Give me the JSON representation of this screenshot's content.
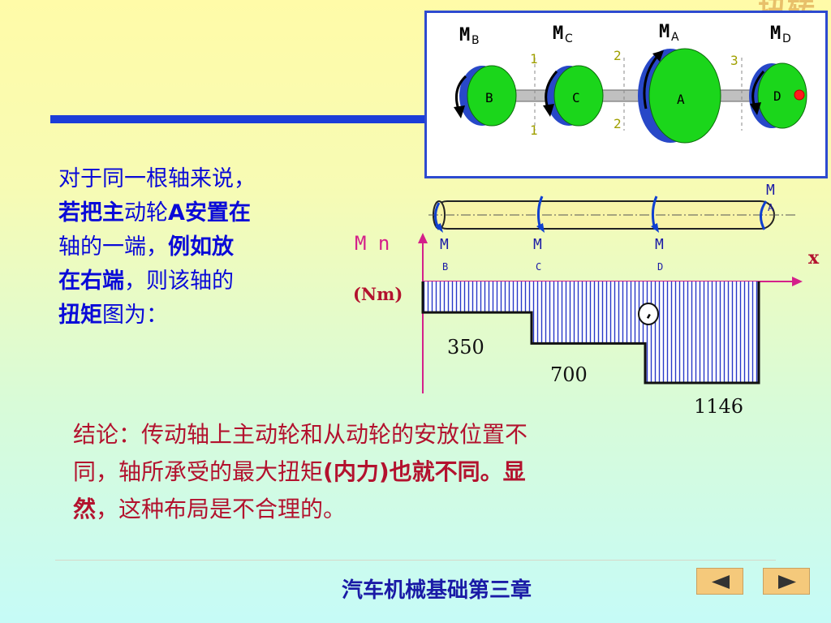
{
  "corner_title": "扭转",
  "figure": {
    "labels": {
      "mb_main": "M",
      "mb_sub": "B",
      "mc_main": "M",
      "mc_sub": "C",
      "ma_main": "M",
      "ma_sub": "A",
      "md_main": "M",
      "md_sub": "D",
      "wheel_b": "B",
      "wheel_c": "C",
      "wheel_a": "A",
      "wheel_d": "D",
      "sec1_top": "1",
      "sec1_bottom": "1",
      "sec2_top": "2",
      "sec2_bottom": "2",
      "sec3_top": "3"
    },
    "colors": {
      "wheel_front": "#1bd61b",
      "wheel_back": "#2848c8",
      "shaft": "#c0c0c0",
      "dot": "#ff1a1a"
    }
  },
  "intro": {
    "line1": "对于同一根轴来说，",
    "line2_bold": "若把主",
    "line2_rest": "动轮",
    "line2_bold2": "A安置在",
    "line3": "轴的一端，",
    "line3_bold": "例如放",
    "line4_bold": "在右端",
    "line4_rest": "，则该轴的",
    "line5_bold": "扭矩",
    "line5_rest": "图为："
  },
  "diagram": {
    "shaft_labels": {
      "ma_main": "M",
      "ma_sub": "A",
      "mb_main": "M",
      "mb_sub": "B",
      "mc_main": "M",
      "mc_sub": "C",
      "md_main": "M",
      "md_sub": "D"
    },
    "y_axis_label": "M n",
    "y_unit": "(Nm)",
    "x_axis_label": "x",
    "sign_symbol": "-",
    "value_labels": [
      "350",
      "700",
      "1146"
    ],
    "colors": {
      "hatch": "#2838c8",
      "axis": "#d4208a",
      "arrow": "#1040d0"
    }
  },
  "chart_data": {
    "type": "area",
    "title": "",
    "xlabel": "x",
    "ylabel": "M n (Nm)",
    "segments": [
      {
        "from": "B",
        "to": "C",
        "value": -350
      },
      {
        "from": "C",
        "to": "D",
        "value": -700
      },
      {
        "from": "D",
        "to": "A",
        "value": -1146
      }
    ]
  },
  "conclusion": {
    "line1": "结论：传动轴上主动轮和从动轮的安放位置不",
    "line2_a": "同，轴所承受的最大扭矩",
    "line2_b": "(内力)也就不同。显",
    "line3_a": "然",
    "line3_b": "，这种布局是不合理的。"
  },
  "footer": {
    "title": "汽车机械基础第三章",
    "prev_icon": "triangle-left-icon",
    "next_icon": "triangle-right-icon"
  }
}
